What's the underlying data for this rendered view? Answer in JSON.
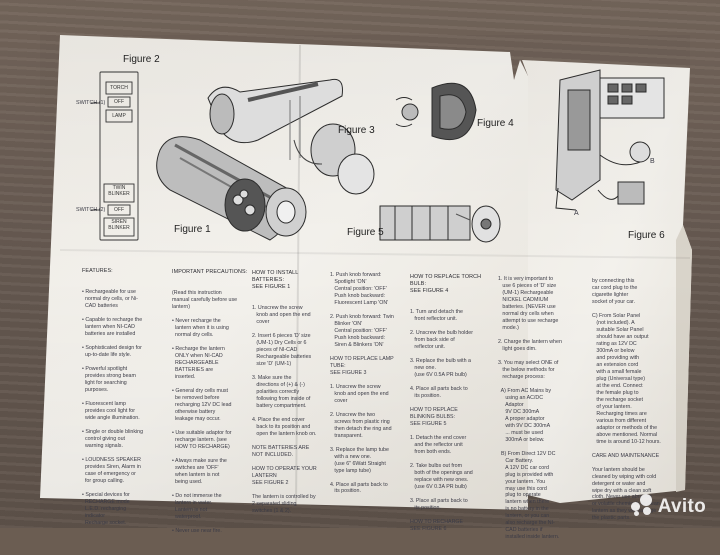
{
  "figures": {
    "fig1": "Figure 1",
    "fig2": "Figure 2",
    "fig3": "Figure 3",
    "fig4": "Figure 4",
    "fig5": "Figure 5",
    "fig6": "Figure 6"
  },
  "switch_panel": {
    "switch1": "SWITCH (1)",
    "switch2": "SWITCH (2)",
    "torch": "TORCH",
    "off1": "OFF",
    "lamp": "LAMP",
    "twin": "TWIN\nBLINKER",
    "off2": "OFF",
    "siren": "SIREN\nBLINKER"
  },
  "labels": {
    "a": "A",
    "b": "B"
  },
  "columns": {
    "features_title": "FEATURES:",
    "features_body": "• Rechargeable for use\n  normal dry cells, or Ni-\n  CAD batteries\n\n• Capable to recharge the\n  lantern when NI-CAD\n  batteries are installed\n\n• Sophisticated design for\n  up-to-date life style.\n\n• Powerful spotlight\n  provides strong beam\n  light for searching\n  purposes.\n\n• Fluorescent lamp\n  provides cool light for\n  wide angle illumination.\n\n• Single or double blinking\n  control giving out\n  warning signals.\n\n• LOUDNESS SPEAKER\n  provides Siren, Alarm in\n  case of emergency or\n  for group calling.\n\n• Special devices for\n  RECHARGE mode\n  L.E.D. recharging\n  indicator\n  Recharge socket.",
    "precautions_title": "IMPORTANT PRECAUTIONS:",
    "precautions_body": "(Read this instruction\nmanual carefully before use\nlantern)\n\n• Never recharge the\n  lantern when it is using\n  normal dry cells.\n\n• Recharge the lantern\n  ONLY when NI-CAD\n  RECHARGEABLE\n  BATTERIES are\n  inserted.\n\n• General dry cells must\n  be removed before\n  recharging 12V DC lead\n  otherwise battery\n  leakage may occur.\n\n• Use suitable adaptor for\n  recharge lantern. (see\n  HOW TO RECHARGE)\n\n• Always make sure the\n  switches are 'OFF'\n  when lantern is not\n  being used.\n\n• Do not immerse the\n  lantern in water.\n  Lantern is not\n  waterproof.\n\n• Never use near fire.",
    "install_title": "HOW TO INSTALL\nBATTERIES:\nSEE FIGURE 1",
    "install_body": "1. Unscrew the screw\n   knob and open the end\n   cover\n\n2. Insert 6 pieces 'D' size\n   (UM-1) Dry Cells or 6\n   pieces of NI-CAD\n   Rechargeable batteries\n   size 'D' (UM-1)\n\n3. Make sure the\n   directions of (+) & (-)\n   polarities correctly\n   following from inside of\n   battery compartment.\n\n4. Place the end cover\n   back to its position and\n   open the lantern knob on.\n\nNOTE BATTERIES ARE\nNOT INCLUDED.\n\nHOW TO OPERATE YOUR\nLANTERN\nSEE FIGURE 2\n\nThe lantern is controlled by\n2 separated sliding\nswitches (1 & 2).",
    "spot_body": "1. Push knob forward:\n   Spotlight 'ON'\n   Central position: 'OFF'\n   Push knob backward:\n   Fluorescent Lamp 'ON'\n\n2. Push knob forward: Twin\n   Blinker 'ON'\n   Central position: 'OFF'\n   Push knob backward:\n   Siren & Blinkers 'ON'\n\nHOW TO REPLACE LAMP\nTUBE:\nSEE FIGURE 3\n\n1. Unscrew the screw\n   knob and open the end\n   cover\n\n2. Unscrew the two\n   screws from plastic ring\n   then detach the ring and\n   transparent.\n\n3. Replace the lamp tube\n   with a new one.\n   (use 6\" 6Watt Straight\n   type lamp tube)\n\n4. Place all parts back to\n   its position.",
    "bulb_title": "HOW TO REPLACE TORCH\nBULB:\nSEE FIGURE 4",
    "bulb_body": "1. Turn and detach the\n   front reflector unit.\n\n2. Unscrew the bulb holder\n   from back side of\n   reflector unit.\n\n3. Replace the bulb with a\n   new one.\n   (use 6V 0.5A PR bulb)\n\n4. Place all parts back to\n   its position.\n\nHOW TO REPLACE\nBLINKING BULBS:\nSEE FIGURE 5\n\n1. Detach the end cover\n   and the reflector unit\n   from both ends.\n\n2. Take bulbs out from\n   both of the openings and\n   replace with new ones.\n   (use 6V 0.3A PR bulb)\n\n3. Place all parts back to\n   its position.\n\nHOW TO RECHARGE\nSEE FIGURE 6",
    "recharge_body": "1. It is very important to\n   use 6 pieces of 'D' size\n   (UM-1) Rechargeable\n   NICKEL CADMIUM\n   batteries. (NEVER use\n   normal dry cells when\n   attempt to use recharge\n   mode.)\n\n2. Charge the lantern when\n   light goes dim.\n\n3. You may select ONE of\n   the below methods for\n   recharge process:\n\n  A) From AC Mains by\n     using an AC/DC\n     Adaptor\n     9V DC 300mA\n     A proper adaptor\n     with 9V DC 300mA\n     ... must be used\n     300mA or below.\n\n  B) From Direct 12V DC\n     Car Battery.\n     A 12V DC car cord\n     plug is provided with\n     your lantern. You\n     may use this cord\n     plug to operate\n     lantern when there\n     is no battery in the\n     lantern, or you can\n     also recharge the NI-\n     CAD batteries if\n     installed inside lantern.",
    "solar_body": "by connecting this\ncar cord plug to the\ncigarette lighter\nsocket of your car.\n\nC) From Solar Panel\n   (not included). A\n   suitable Solar Panel\n   should have an output\n   rating as 12V DC\n   300mA or below\n   and providing with\n   an extension cord\n   with a small female\n   plug (Universal type)\n   at the end. Connect\n   the female plug to\n   the recharge socket\n   of your lantern.\n   Recharging times are\n   various from different\n   adaptor or methods of the\n   above mentioned. Normal\n   time is around 10-12 hours.\n\nCARE AND MAINTENANCE\n\nYour lantern should be\ncleaned by wiping with cold\ndetergent or water and\nwipe dry with a clean soft\ncloth. Never use abrasive\nor volatile chemicals to clean\nlantern as they will damage\nthe plastic parts."
  },
  "watermark": {
    "brand": "Avito"
  }
}
